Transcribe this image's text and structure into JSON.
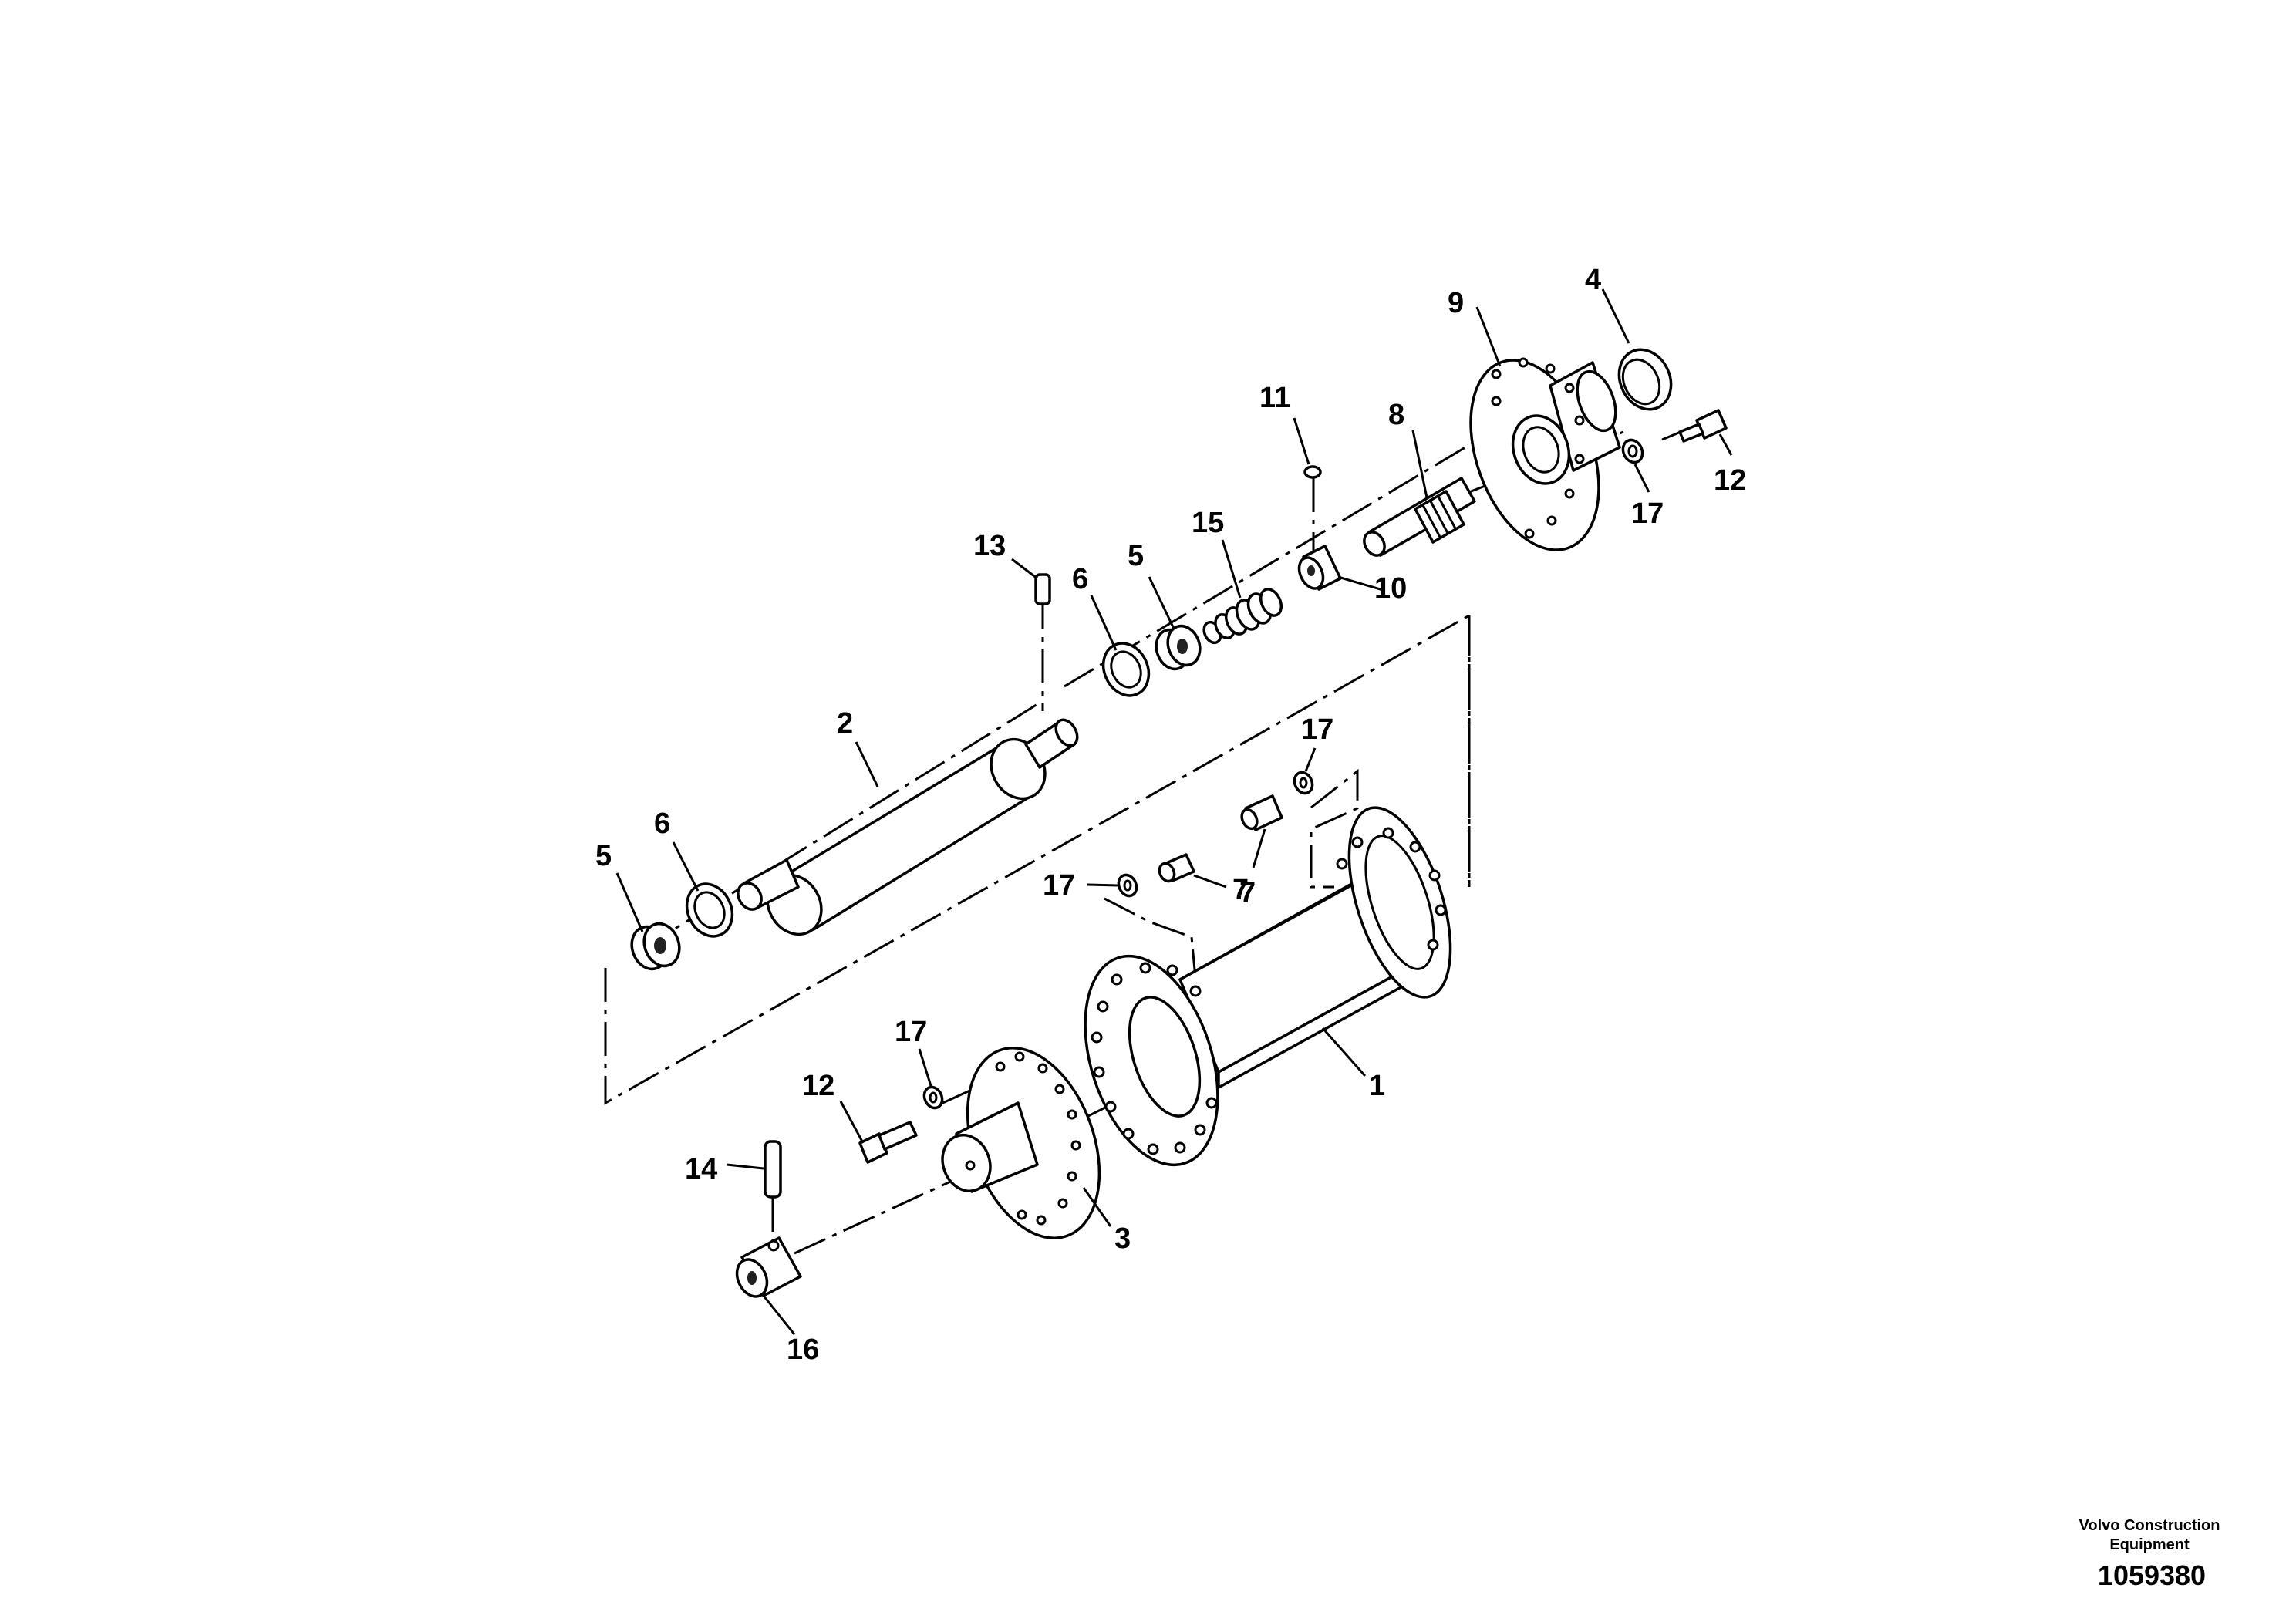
{
  "diagram": {
    "callouts": {
      "c1": "1",
      "c2": "2",
      "c3": "3",
      "c4": "4",
      "c5a": "5",
      "c5b": "5",
      "c6a": "6",
      "c6b": "6",
      "c7a": "7",
      "c7b": "7",
      "c8": "8",
      "c9": "9",
      "c10": "10",
      "c11": "11",
      "c12a": "12",
      "c12b": "12",
      "c13": "13",
      "c14": "14",
      "c15": "15",
      "c16": "16",
      "c17a": "17",
      "c17b": "17",
      "c17c": "17",
      "c17d": "17"
    }
  },
  "footer": {
    "brand_line1": "Volvo Construction",
    "brand_line2": "Equipment",
    "figure_number": "1059380"
  }
}
